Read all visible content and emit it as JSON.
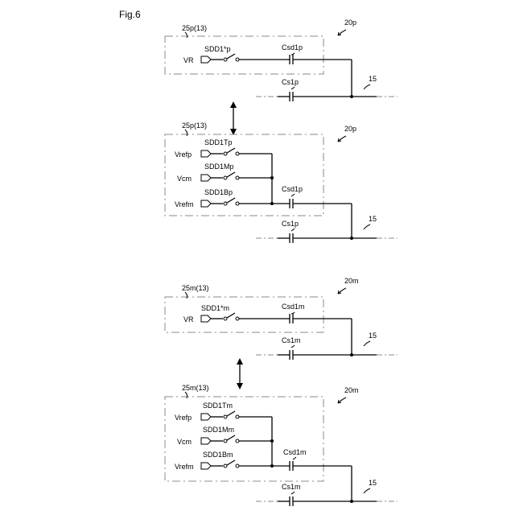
{
  "figure_label": "Fig.6",
  "labels": {
    "p_unit": "25p(13)",
    "p_ref": "20p",
    "m_unit": "25m(13)",
    "m_ref": "20m",
    "line_ref": "15",
    "VR": "VR",
    "Vrefp": "Vrefp",
    "Vcm": "Vcm",
    "Vrefm": "Vrefm",
    "sw_p_star": "SDD1*p",
    "sw_p_T": "SDD1Tp",
    "sw_p_M": "SDD1Mp",
    "sw_p_B": "SDD1Bp",
    "sw_m_star": "SDD1*m",
    "sw_m_T": "SDD1Tm",
    "sw_m_M": "SDD1Mm",
    "sw_m_B": "SDD1Bm",
    "csd_p": "Csd1p",
    "cs_p": "Cs1p",
    "csd_m": "Csd1m",
    "cs_m": "Cs1m"
  }
}
